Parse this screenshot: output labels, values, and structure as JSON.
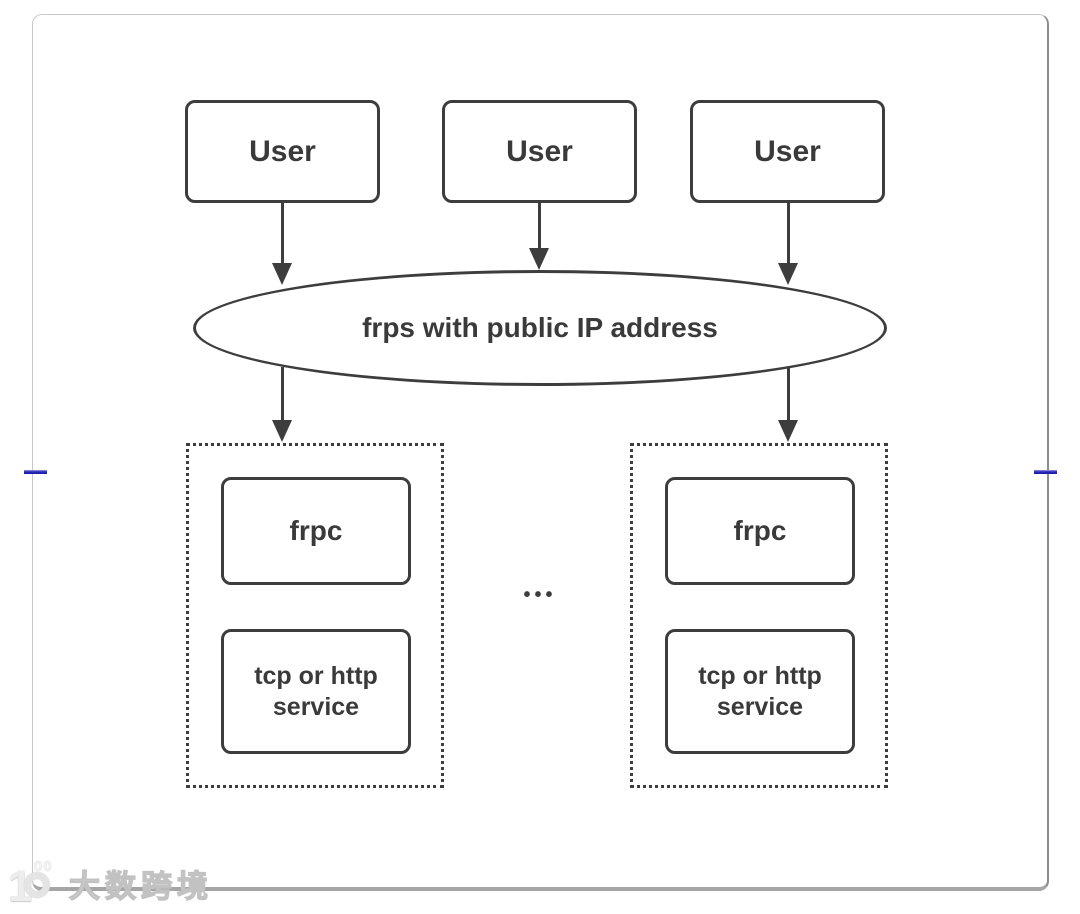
{
  "diagram": {
    "type": "architecture",
    "stroke_color": "#3d3d3d",
    "accent_blue": "#2a2ab8",
    "card_border_color": "#c7c7c7",
    "user_boxes": [
      {
        "label": "User"
      },
      {
        "label": "User"
      },
      {
        "label": "User"
      }
    ],
    "server_node": {
      "label": "frps with public IP address",
      "shape": "ellipse"
    },
    "client_groups": [
      {
        "nodes": [
          {
            "label": "frpc"
          },
          {
            "label": "tcp or http service"
          }
        ]
      },
      {
        "nodes": [
          {
            "label": "frpc"
          },
          {
            "label": "tcp or http service"
          }
        ]
      }
    ],
    "ellipsis": "•••"
  },
  "watermark": {
    "logo_one": "1",
    "logo_sup": "00",
    "brand": "大数跨境"
  }
}
